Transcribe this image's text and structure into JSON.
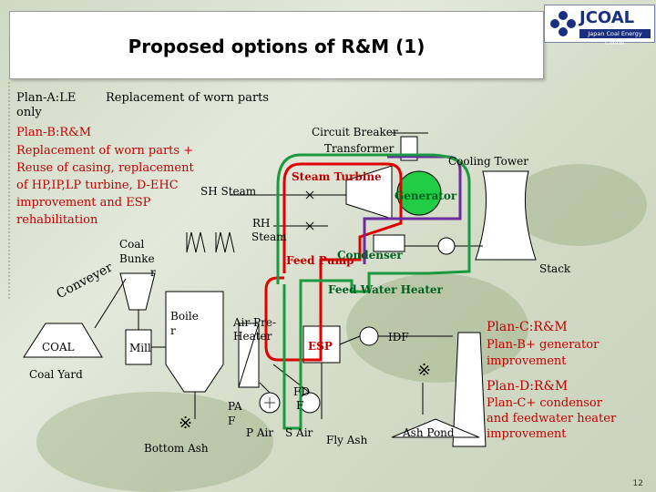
{
  "title": "Proposed options of R&M (1)",
  "logo": {
    "name": "JCOAL",
    "subtitle": "Japan Coal Energy Center"
  },
  "plans": {
    "a_label": "Plan-A:LE",
    "a_desc": "Replacement of worn parts",
    "a_only": "only",
    "b_label": "Plan-B:R&M",
    "b_desc": "Replacement of worn parts + Reuse of casing, replacement of HP,IP,LP turbine, D-EHC improvement and ESP rehabilitation",
    "c_label": "Plan-C:R&M",
    "c_desc_1": "Plan-B+ generator",
    "c_desc_2": "improvement",
    "d_label": "Plan-D:R&M",
    "d_desc_1": "Plan-C+ condensor",
    "d_desc_2": "and feedwater heater",
    "d_desc_3": "improvement"
  },
  "labels": {
    "circuit_breaker": "Circuit Breaker",
    "transformer": "Transformer",
    "cooling_tower": "Cooling Tower",
    "steam_turbine": "Steam Turbine",
    "sh_steam": "SH Steam",
    "generator": "Generator",
    "rh_steam_1": "RH",
    "rh_steam_2": "Steam",
    "coal_bunker_1": "Coal",
    "coal_bunker_2": "Bunke",
    "coal_bunker_3": "r",
    "feed_pump": "Feed Pump",
    "condenser": "Condenser",
    "stack": "Stack",
    "conveyer": "Conveyer",
    "feed_water_heater": "Feed  Water Heater",
    "boiler_1": "Boile",
    "boiler_2": "r",
    "air_preheater_1": "Air Pre-",
    "air_preheater_2": "Heater",
    "coal": "COAL",
    "mill": "Mill",
    "esp": "ESP",
    "idf": "IDF",
    "coal_yard": "Coal Yard",
    "fdf_1": "FD",
    "fdf_2": "F",
    "paf_1": "PA",
    "paf_2": "F",
    "p_air": "P Air",
    "s_air": "S Air",
    "fly_ash": "Fly Ash",
    "ash_pond": "Ash   Pond",
    "bottom_ash": "Bottom Ash",
    "asterisk": "※"
  },
  "colors": {
    "red_loop": "#e00000",
    "green_loop": "#1a9a40",
    "purple_loop": "#6a2ca0",
    "generator_fill": "#22cc44"
  },
  "page_number": "12"
}
